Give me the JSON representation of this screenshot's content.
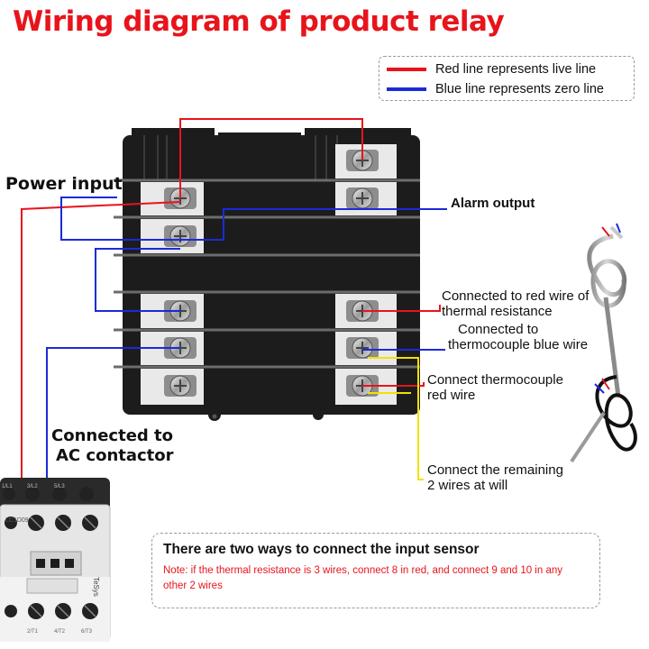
{
  "title": "Wiring diagram of product relay",
  "legend": {
    "live": {
      "label": "Red line represents live line",
      "color": "#e8141b"
    },
    "zero": {
      "label": "Blue line represents zero line",
      "color": "#1a2bd8"
    }
  },
  "labels": {
    "power_input": "Power input",
    "alarm_output": "Alarm output",
    "thermal_resistance": "Connected to red wire of thermal resistance",
    "thermal_resistance_line1": "Connected to red wire of",
    "thermal_resistance_line2": "thermal resistance",
    "tc_blue_line1": "Connected to",
    "tc_blue_line2": "thermocouple blue wire",
    "tc_red_line1": "Connect thermocouple",
    "tc_red_line2": "red wire",
    "remaining_line1": "Connect the remaining",
    "remaining_line2": "2 wires at will",
    "ac_contactor_line1": "Connected to",
    "ac_contactor_line2": "AC contactor"
  },
  "note": {
    "title": "There are two ways to connect the input sensor",
    "text": "Note: if the thermal resistance is 3 wires, connect 8 in red, and connect 9 and 10 in any other 2 wires"
  },
  "colors": {
    "live": "#e8141b",
    "zero": "#1a2bd8",
    "sensor": "#f2e200",
    "relay_body": "#1c1c1c"
  },
  "contactor": {
    "brand": "TeSys",
    "model": "LC1D09",
    "terminals_top": [
      "1/L1",
      "3/L2",
      "5/L3"
    ],
    "terminals_bottom": [
      "2/T1",
      "4/T2",
      "6/T3"
    ]
  }
}
